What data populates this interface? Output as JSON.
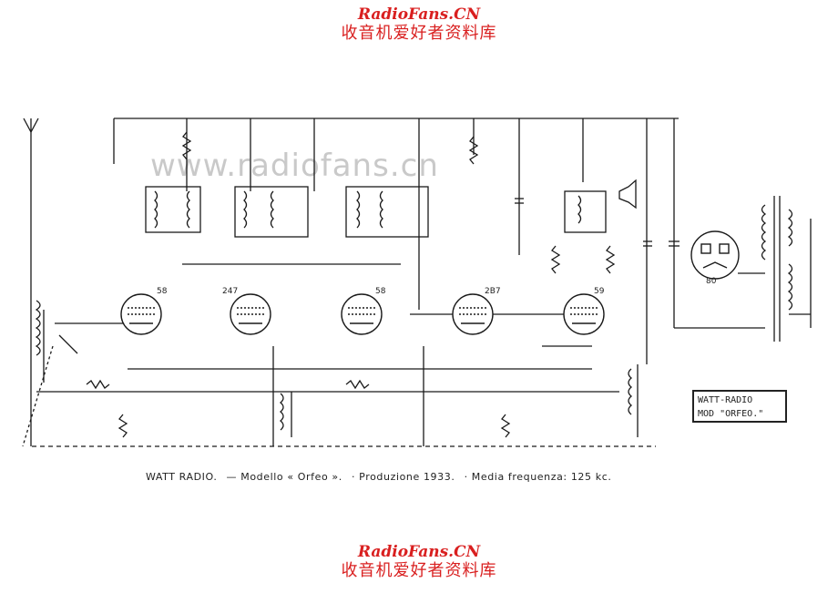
{
  "branding": {
    "top": {
      "site": "RadioFans.CN",
      "chinese": "收音机爱好者资料库"
    },
    "bottom": {
      "site": "RadioFans.CN",
      "chinese": "收音机爱好者资料库"
    },
    "color": "#d91f1f"
  },
  "watermark": "www.radiofans.cn",
  "caption": {
    "maker": "WATT RADIO.",
    "model": "— Modello « Orfeo ».",
    "production": "· Produzione 1933.",
    "if_frequency": "· Media frequenza: 125 kc."
  },
  "stamp": {
    "line1": "WATT-RADIO",
    "line2": "MOD \"ORFEO.\""
  },
  "tubes": [
    {
      "label": "58"
    },
    {
      "label": "247"
    },
    {
      "label": "58"
    },
    {
      "label": "2B7"
    },
    {
      "label": "59"
    },
    {
      "label": "80"
    }
  ]
}
